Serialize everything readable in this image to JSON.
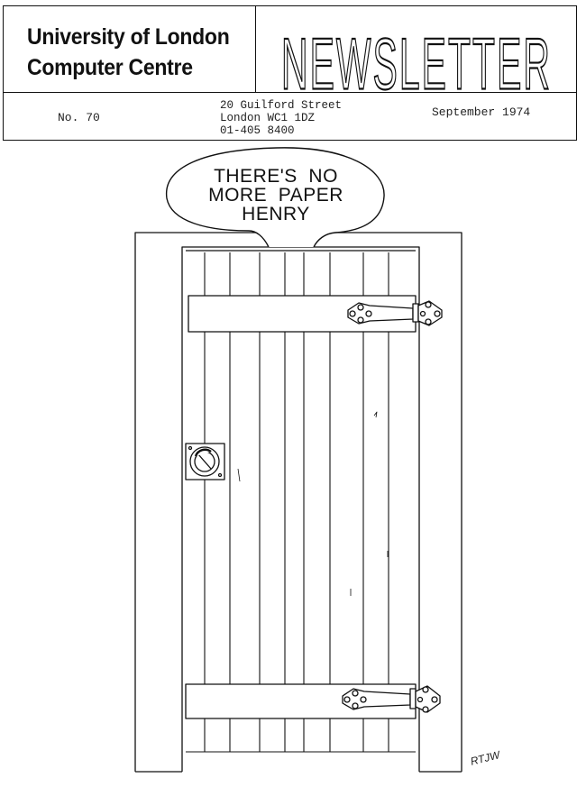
{
  "masthead": {
    "org_line1": "University of London",
    "org_line2": "Computer Centre",
    "title": "NEWSLETTER",
    "issue": "No. 70",
    "address": [
      "20 Guilford Street",
      "London WC1 1DZ",
      "01-405 8400"
    ],
    "date": "September 1974"
  },
  "cartoon": {
    "speech_lines": [
      "THERE'S  NO",
      "MORE  PAPER",
      "HENRY"
    ],
    "signature": "RTJW"
  },
  "colors": {
    "ink": "#111111",
    "paper": "#ffffff"
  }
}
